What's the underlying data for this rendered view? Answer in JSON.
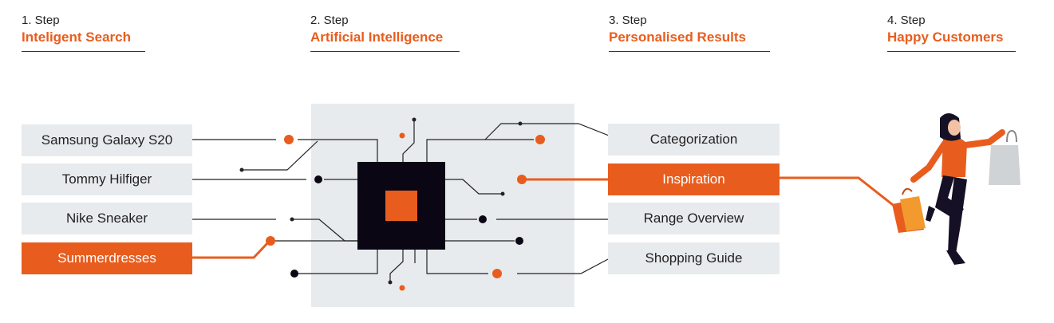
{
  "steps": [
    {
      "number": "1. Step",
      "title": "Inteligent Search"
    },
    {
      "number": "2. Step",
      "title": "Artificial Intelligence"
    },
    {
      "number": "3. Step",
      "title": "Personalised Results"
    },
    {
      "number": "4. Step",
      "title": "Happy Customers"
    }
  ],
  "inputs": [
    {
      "label": "Samsung Galaxy S20",
      "active": false
    },
    {
      "label": "Tommy Hilfiger",
      "active": false
    },
    {
      "label": "Nike Sneaker",
      "active": false
    },
    {
      "label": "Summerdresses",
      "active": true
    }
  ],
  "outputs": [
    {
      "label": "Categorization",
      "active": false
    },
    {
      "label": "Inspiration",
      "active": true
    },
    {
      "label": "Range Overview",
      "active": false
    },
    {
      "label": "Shopping Guide",
      "active": false
    }
  ],
  "colors": {
    "accent": "#e85d1e",
    "box_bg": "#e8ebee",
    "chip_bg": "#e8ebee",
    "chip": "#0b0614",
    "text": "#222222"
  }
}
